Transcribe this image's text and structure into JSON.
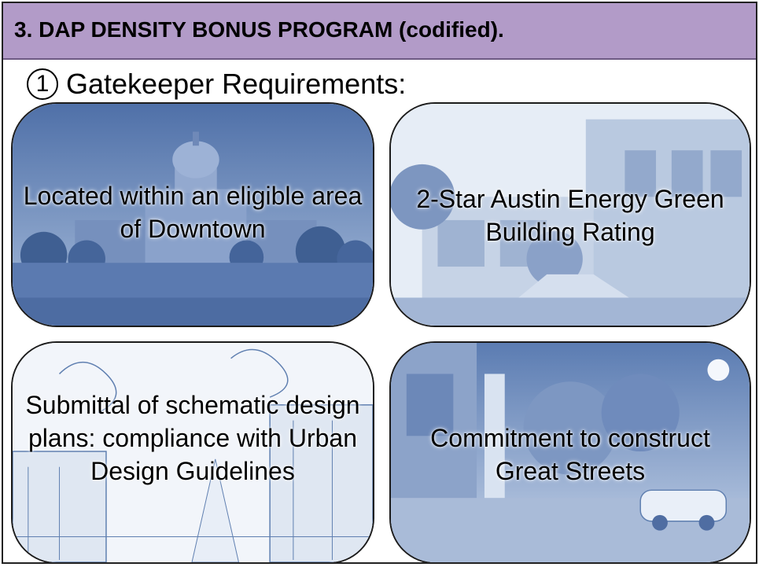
{
  "header": {
    "title": "3. DAP DENSITY BONUS PROGRAM (codified)."
  },
  "subhead": {
    "number": "1",
    "text": "Gatekeeper Requirements:"
  },
  "cards": [
    {
      "caption": "Located within an eligible area of Downtown",
      "image": "texas-capitol-photo"
    },
    {
      "caption": "2-Star Austin Energy Green Building Rating",
      "image": "green-building-rendering"
    },
    {
      "caption": "Submittal of schematic design plans:  compliance with Urban Design Guidelines",
      "image": "urban-street-sketch"
    },
    {
      "caption": "Commitment to construct Great Streets",
      "image": "great-streets-rendering"
    }
  ],
  "colors": {
    "header_bg": "#b29bc8",
    "tint": "#5b7eb0"
  }
}
